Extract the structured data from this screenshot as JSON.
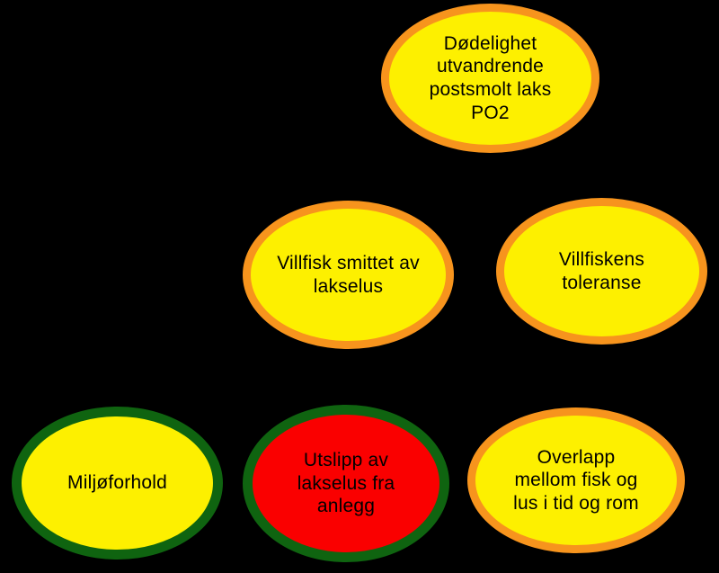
{
  "diagram": {
    "background_color": "#000000",
    "text_color": "#000000",
    "colors": {
      "yellow_fill": "#FDF000",
      "red_fill": "#FA0000",
      "orange_border": "#F7941D",
      "dark_green_border": "#0F6410"
    },
    "nodes": [
      {
        "id": "dodelighet-utvandrende-postsmolt-laks-po2",
        "label": "Dødelighet\nutvandrende\npostsmolt laks\nPO2",
        "fill": "#FDF000",
        "border": "#F7941D"
      },
      {
        "id": "villfisk-smittet-av-lakselus",
        "label": "Villfisk smittet av\nlakselus",
        "fill": "#FDF000",
        "border": "#F7941D"
      },
      {
        "id": "villfiskens-toleranse",
        "label": "Villfiskens\ntoleranse",
        "fill": "#FDF000",
        "border": "#F7941D"
      },
      {
        "id": "miljoforhold",
        "label": "Miljøforhold",
        "fill": "#FDF000",
        "border": "#0F6410"
      },
      {
        "id": "utslipp-av-lakselus-fra-anlegg",
        "label": "Utslipp av\nlakselus fra\nanlegg",
        "fill": "#FA0000",
        "border": "#0F6410"
      },
      {
        "id": "overlapp-mellom-fisk-og-lus-i-tid-og-rom",
        "label": "Overlapp\nmellom fisk og\nlus i tid og rom",
        "fill": "#FDF000",
        "border": "#F7941D"
      }
    ]
  }
}
